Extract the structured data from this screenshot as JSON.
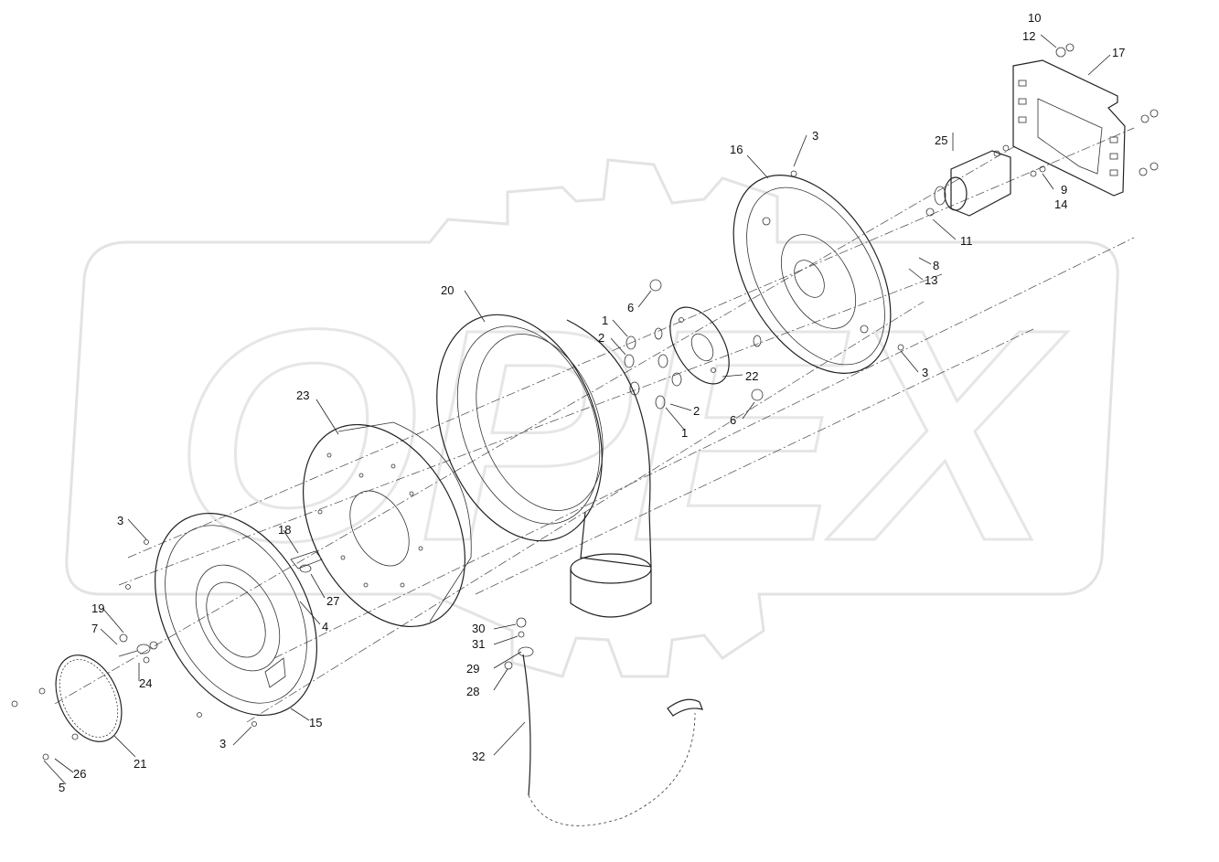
{
  "watermark": {
    "text": "OPEX"
  },
  "corner_mark": "",
  "callouts": [
    {
      "id": "c10a",
      "text": "10"
    },
    {
      "id": "c12",
      "text": "12"
    },
    {
      "id": "c17",
      "text": "17"
    },
    {
      "id": "c16",
      "text": "16"
    },
    {
      "id": "c3a",
      "text": "3"
    },
    {
      "id": "c25",
      "text": "25"
    },
    {
      "id": "c9",
      "text": "9"
    },
    {
      "id": "c14",
      "text": "14"
    },
    {
      "id": "c11",
      "text": "11"
    },
    {
      "id": "c8",
      "text": "8"
    },
    {
      "id": "c13",
      "text": "13"
    },
    {
      "id": "c20",
      "text": "20"
    },
    {
      "id": "c6a",
      "text": "6"
    },
    {
      "id": "c1a",
      "text": "1"
    },
    {
      "id": "c2a",
      "text": "2"
    },
    {
      "id": "c22",
      "text": "22"
    },
    {
      "id": "c3b",
      "text": "3"
    },
    {
      "id": "c2b",
      "text": "2"
    },
    {
      "id": "c6b",
      "text": "6"
    },
    {
      "id": "c1b",
      "text": "1"
    },
    {
      "id": "c23",
      "text": "23"
    },
    {
      "id": "c3c",
      "text": "3"
    },
    {
      "id": "c18",
      "text": "18"
    },
    {
      "id": "c27",
      "text": "27"
    },
    {
      "id": "c4",
      "text": "4"
    },
    {
      "id": "c19",
      "text": "19"
    },
    {
      "id": "c7",
      "text": "7"
    },
    {
      "id": "c24",
      "text": "24"
    },
    {
      "id": "c30",
      "text": "30"
    },
    {
      "id": "c31",
      "text": "31"
    },
    {
      "id": "c29",
      "text": "29"
    },
    {
      "id": "c28",
      "text": "28"
    },
    {
      "id": "c15",
      "text": "15"
    },
    {
      "id": "c3d",
      "text": "3"
    },
    {
      "id": "c21",
      "text": "21"
    },
    {
      "id": "c32",
      "text": "32"
    },
    {
      "id": "c26",
      "text": "26"
    },
    {
      "id": "c5",
      "text": "5"
    }
  ]
}
